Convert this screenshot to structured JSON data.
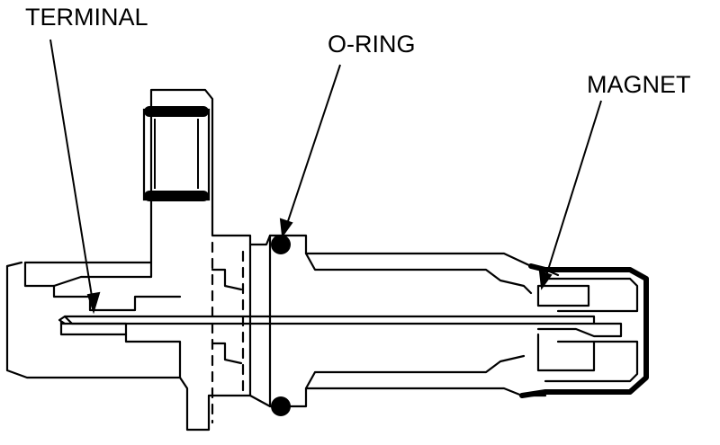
{
  "labels": {
    "terminal": "TERMINAL",
    "oring": "O-RING",
    "magnet": "MAGNET"
  },
  "colors": {
    "ink": "#000000",
    "paper": "#ffffff"
  }
}
